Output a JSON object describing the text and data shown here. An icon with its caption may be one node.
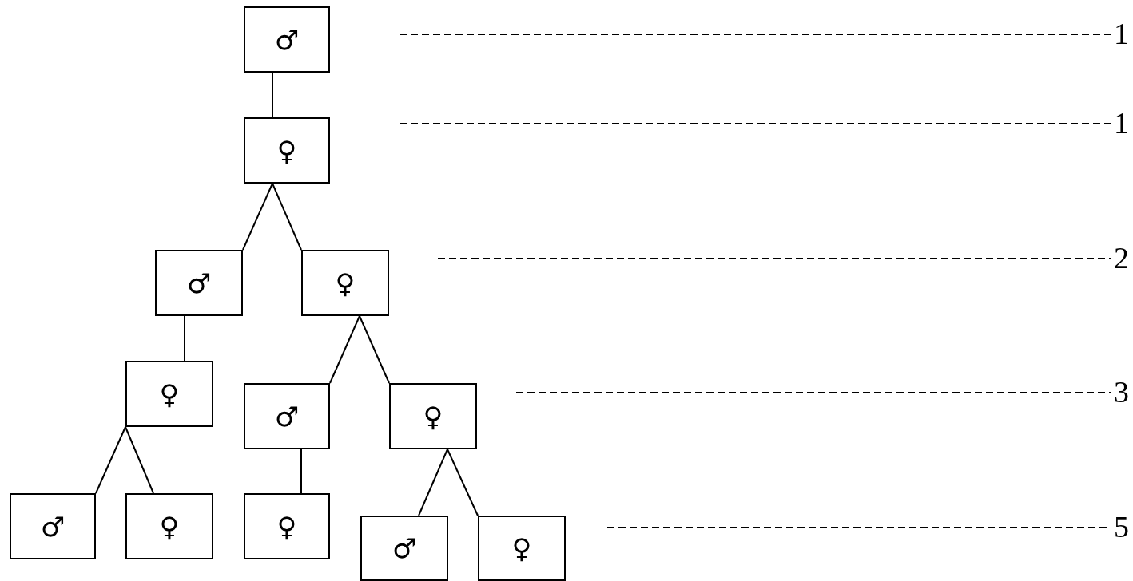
{
  "diagram": {
    "nodes": [
      {
        "text": [
          "♂"
        ]
      },
      {
        "text": [
          "♀"
        ]
      },
      {
        "text": [
          "♂"
        ]
      },
      {
        "text": [
          "♀"
        ]
      },
      {
        "text": [
          "♀"
        ]
      },
      {
        "text": [
          "♂"
        ]
      },
      {
        "text": [
          "♀"
        ]
      },
      {
        "text": [
          "♂"
        ]
      },
      {
        "text": [
          "♀"
        ]
      },
      {
        "text": [
          "♀"
        ]
      },
      {
        "text": [
          "♂"
        ]
      },
      {
        "text": [
          "♀"
        ]
      }
    ],
    "edges": [
      {
        "from": 0,
        "to": 1,
        "arrow": "none"
      },
      {
        "from": 1,
        "to": 2,
        "arrow": "none"
      },
      {
        "from": 1,
        "to": 3,
        "arrow": "none"
      },
      {
        "from": 2,
        "to": 4,
        "arrow": "none"
      },
      {
        "from": 3,
        "to": 5,
        "arrow": "none"
      },
      {
        "from": 3,
        "to": 6,
        "arrow": "none"
      },
      {
        "from": 4,
        "to": 7,
        "arrow": "none"
      },
      {
        "from": 4,
        "to": 8,
        "arrow": "none"
      },
      {
        "from": 5,
        "to": 9,
        "arrow": "none"
      },
      {
        "from": 6,
        "to": 10,
        "arrow": "none"
      },
      {
        "from": 6,
        "to": 11,
        "arrow": "none"
      }
    ],
    "labels": [
      "1",
      "1",
      "2",
      "3",
      "5"
    ]
  }
}
